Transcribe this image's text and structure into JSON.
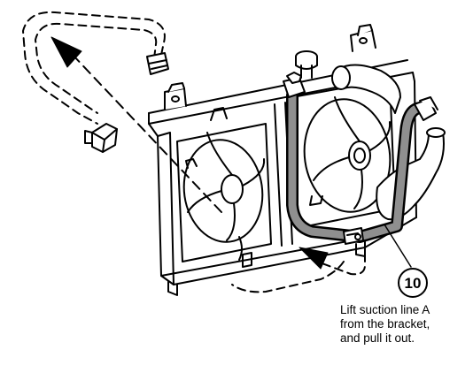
{
  "callout": {
    "number": "10"
  },
  "caption": {
    "lines": [
      "Lift suction line A",
      "from the bracket,",
      "and pull it out."
    ]
  },
  "colors": {
    "line": "#000000",
    "highlighted_line": "#8f8f8f",
    "background": "#ffffff"
  },
  "parts": [
    "radiator",
    "cooling-fan-left",
    "cooling-fan-right",
    "suction-line-a",
    "radiator-hose",
    "bracket",
    "radiator-cap"
  ]
}
